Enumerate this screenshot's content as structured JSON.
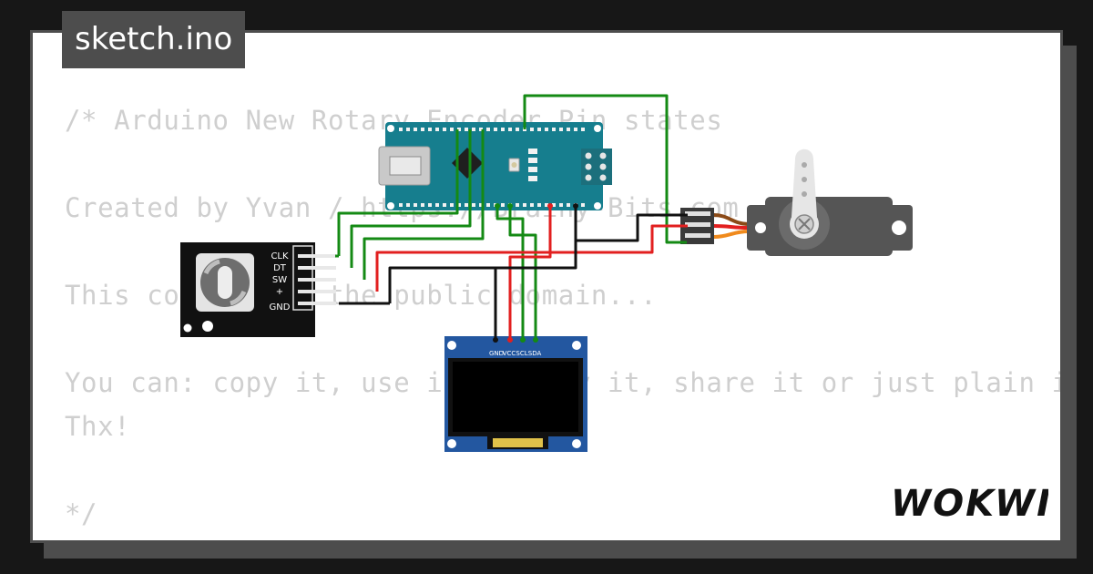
{
  "sketch": {
    "filename": "sketch.ino",
    "code_lines": [
      "/* Arduino New Rotary Encoder Pin states",
      "",
      "Created by Yvan / https://Brainy-Bits.com",
      "",
      "This code is in the public domain...",
      "",
      "You can: copy it, use it, modify it, share it or just plain ignore it!",
      "Thx!",
      "",
      "*/"
    ]
  },
  "brand": {
    "logo_text": "WOKWI"
  },
  "encoder": {
    "pins": [
      "CLK",
      "DT",
      "SW",
      "+",
      "GND"
    ]
  },
  "oled": {
    "pins": [
      "GND",
      "VCC",
      "SCL",
      "SDA"
    ]
  },
  "colors": {
    "frame": "#4d4d4d",
    "background": "#171717",
    "code_text": "#cfcfcf",
    "board": "#167e8e",
    "oled_pcb": "#2357a0"
  }
}
